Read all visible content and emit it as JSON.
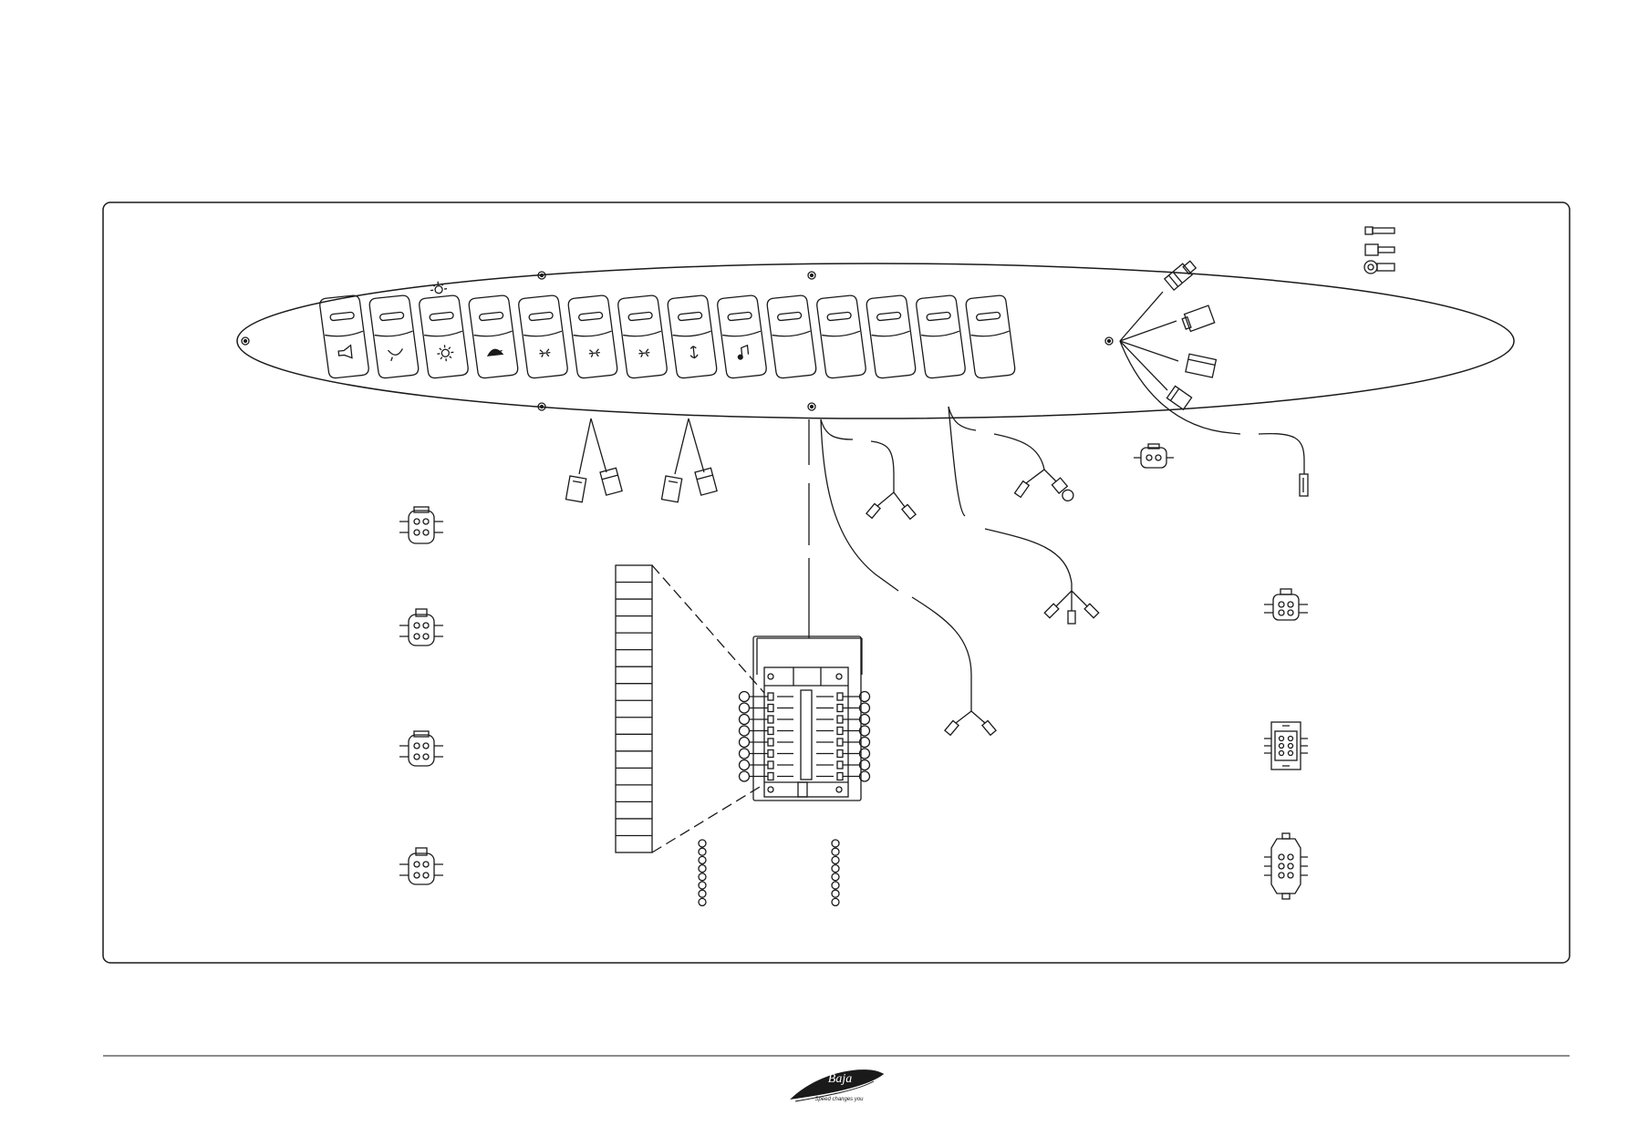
{
  "diagram": {
    "switch_count": 14,
    "switch_icons": [
      "horn-icon",
      "bilge-icon",
      "nav-light-icon",
      "blower-icon",
      "courtesy-light-icon",
      "courtesy-light-icon",
      "courtesy-light-icon",
      "anchor-light-icon",
      "stereo-icon",
      "blank-icon",
      "blank-icon",
      "blank-icon",
      "blank-icon",
      "blank-icon"
    ],
    "fuse_rows": 8,
    "fuse_label_rows": 17,
    "line_color": "#1a1a1a"
  },
  "footer": {
    "logo_text": "Baja",
    "tagline": "Speed changes you"
  }
}
